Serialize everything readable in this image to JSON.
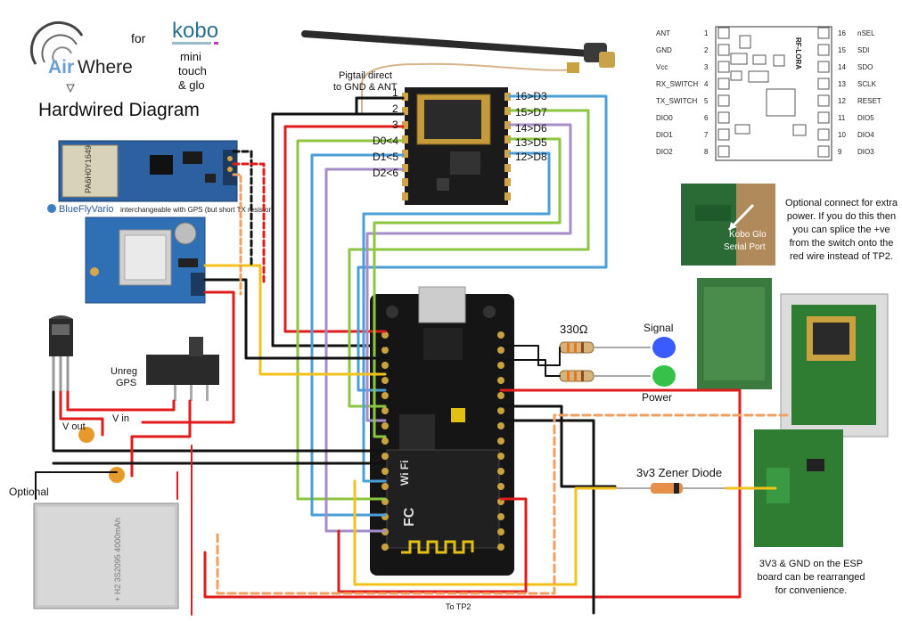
{
  "logo": {
    "brand_air": "Air",
    "brand_where": "Where",
    "for_text": "for",
    "kobo": "kobo",
    "device_lines": [
      "mini",
      "touch",
      "& glo"
    ],
    "title": "Hardwired Diagram"
  },
  "gps": {
    "bluefly_label": "BlueFlyVario",
    "bluefly_note": "interchangeable with GPS (but short TX resistor)",
    "chip_text": "PA6H0Y1649"
  },
  "lora": {
    "pigtail_note": [
      "Pigtail direct",
      "to GND & ANT"
    ],
    "left_pins": [
      "1",
      "2",
      "3",
      "D0<4",
      "D1<5",
      "D2<6"
    ],
    "right_pins": [
      "16>D3",
      "15>D7",
      "14>D6",
      "13>D5",
      "12>D8"
    ]
  },
  "rf_pinout": {
    "module_text": "RF-LORA",
    "left": [
      {
        "name": "ANT",
        "num": "1"
      },
      {
        "name": "GND",
        "num": "2"
      },
      {
        "name": "Vcc",
        "num": "3"
      },
      {
        "name": "RX_SWITCH",
        "num": "4"
      },
      {
        "name": "TX_SWITCH",
        "num": "5"
      },
      {
        "name": "DIO0",
        "num": "6"
      },
      {
        "name": "DIO1",
        "num": "7"
      },
      {
        "name": "DIO2",
        "num": "8"
      }
    ],
    "right": [
      {
        "name": "nSEL",
        "num": "16"
      },
      {
        "name": "SDI",
        "num": "15"
      },
      {
        "name": "SDO",
        "num": "14"
      },
      {
        "name": "SCLK",
        "num": "13"
      },
      {
        "name": "RESET",
        "num": "12"
      },
      {
        "name": "DIO5",
        "num": "11"
      },
      {
        "name": "DIO4",
        "num": "10"
      },
      {
        "name": "DIO3",
        "num": "9"
      }
    ]
  },
  "components": {
    "resistor": "330Ω",
    "led_signal": "Signal",
    "led_power": "Power",
    "zener": "3v3 Zener Diode",
    "unreg_gps": [
      "Unreg",
      "GPS"
    ],
    "v_out": "V out",
    "v_in": "V in",
    "optional": "Optional",
    "to_tp2": "To TP2",
    "kobo_glo_label": [
      "Kobo Glo",
      "Serial Port"
    ]
  },
  "notes": {
    "extra_power": "Optional connect for extra power. If you do this then you can splice the +ve from the switch onto the red wire instead of TP2.",
    "rearrange": "3V3 & GND on the ESP board can be rearranged for convenience."
  },
  "wire_colors": {
    "red": "#e01b1b",
    "black": "#111111",
    "yellow": "#f2c21b",
    "green": "#8cc63f",
    "blue": "#4a9fd8",
    "purple": "#a58ec7",
    "orange_dashed": "#f0a060",
    "board_green": "#2f7d32"
  }
}
